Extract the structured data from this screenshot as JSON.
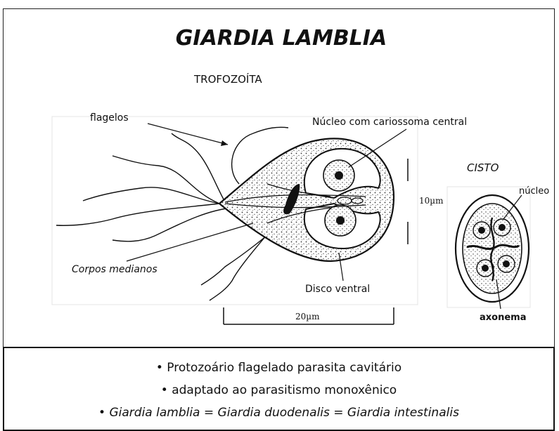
{
  "title": "GIARDIA LAMBLIA",
  "subtitle_trophozoite": "TROFOZOÍTA",
  "subtitle_cyst": "CISTO",
  "labels": {
    "flagelos": "flagelos",
    "nucleo_cariossoma": "Núcleo com cariossoma central",
    "corpos_medianos": "Corpos medianos",
    "disco_ventral": "Disco ventral",
    "scale_10": "10µm",
    "scale_20": "20µm",
    "cyst_nucleo": "núcleo",
    "cyst_axonema": "axonema"
  },
  "bullets": [
    "• Protozoário flagelado parasita cavitário",
    "• adaptado ao parasitismo monoxênico",
    "• Giardia lamblia = Giardia duodenalis = Giardia intestinalis"
  ]
}
